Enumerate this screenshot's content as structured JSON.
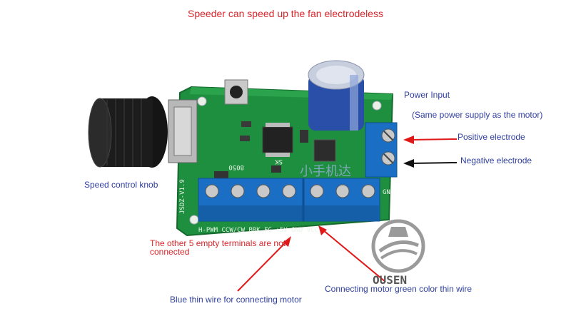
{
  "title": "Speeder can speed up the fan electrodeless",
  "labels": {
    "power_input": "Power Input",
    "same_power": "(Same power supply as the motor)",
    "positive": "Positive electrode",
    "negative": "Negative electrode",
    "speed_knob": "Speed control knob",
    "empty_terminals_1": "The other 5 empty terminals are not",
    "empty_terminals_2": "connected",
    "blue_wire": "Blue thin wire for connecting motor",
    "green_wire": "Connecting motor green color thin wire"
  },
  "board": {
    "silkscreen_bottom": "H-PWM  CCW/CW  BRK  FG  +5V  GND  VCC",
    "silkscreen_side": "JSDZ-V1.9",
    "mark_8050": "8050",
    "mark_sk": "SK",
    "mark_gn": "GN"
  },
  "watermark": "小手机达",
  "logo_text": "OUSEN",
  "colors": {
    "pcb": "#1e8f3e",
    "terminal": "#1a6fc4",
    "capacitor": "#2a4fa8",
    "label_blue": "#2f3f9e",
    "label_red": "#d8262a",
    "arrow_red": "#e01818",
    "arrow_black": "#111111"
  }
}
